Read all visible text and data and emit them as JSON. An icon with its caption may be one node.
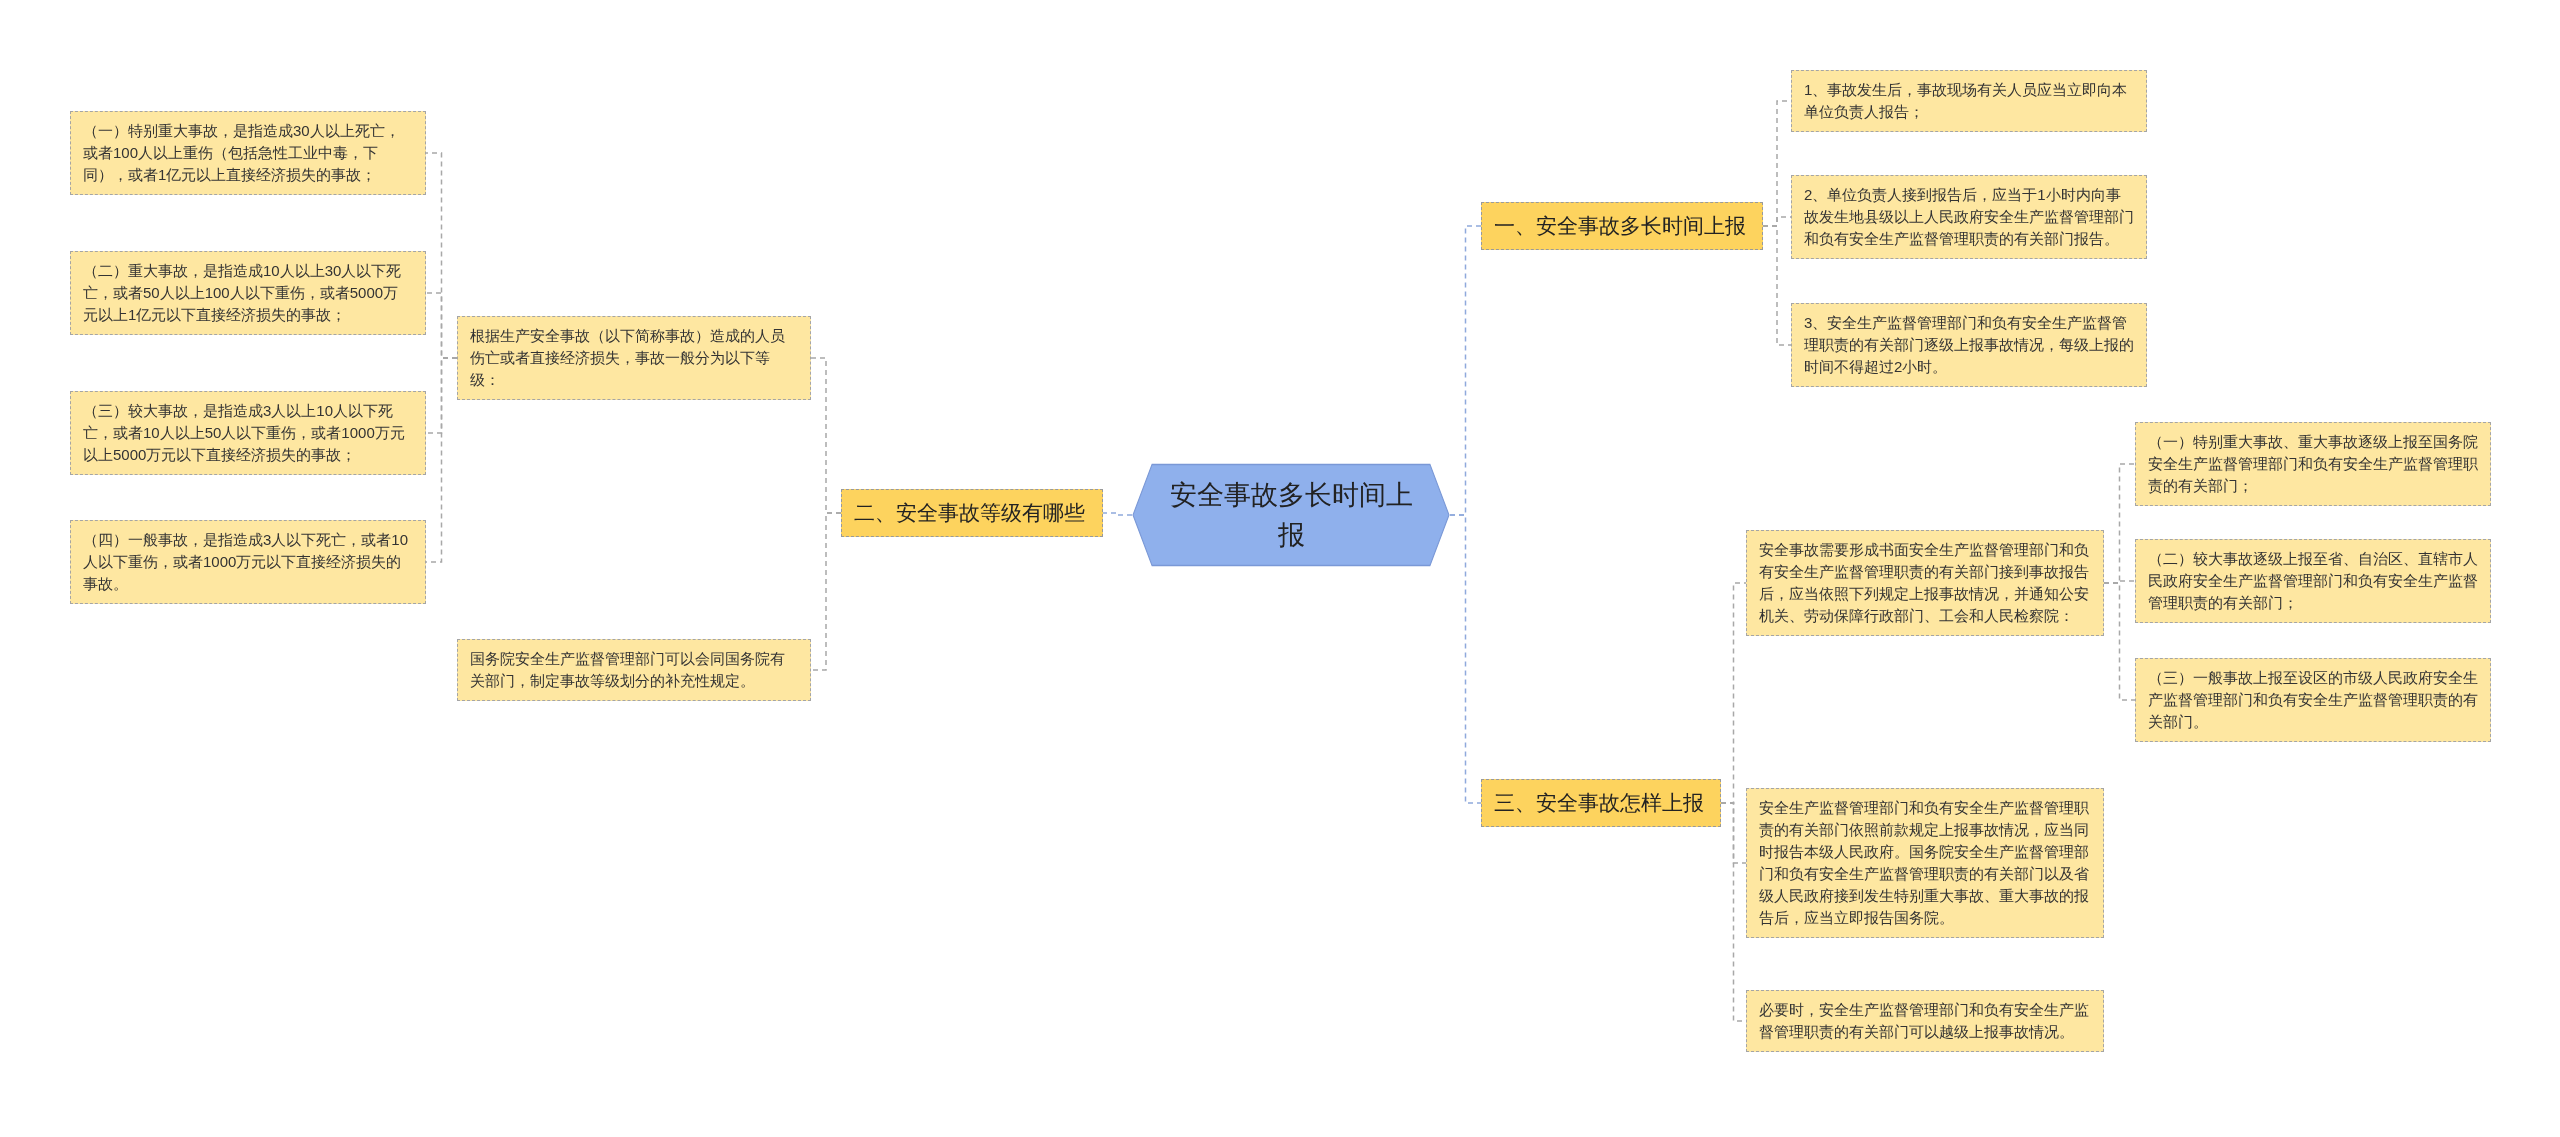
{
  "diagram": {
    "nodes": [
      {
        "text": [
          "安全事故多长时间上报"
        ]
      },
      {
        "text": [
          "一、安全事故多长时间上报"
        ]
      },
      {
        "text": [
          "1、事故发生后，事故现场有关人员应当立即向本单位负责人报告；"
        ]
      },
      {
        "text": [
          "2、单位负责人接到报告后，应当于1小时内向事故发生地县级以上人民政府安全生产监督管理部门和负有安全生产监督管理职责的有关部门报告。"
        ]
      },
      {
        "text": [
          "3、安全生产监督管理部门和负有安全生产监督管理职责的有关部门逐级上报事故情况，每级上报的时间不得超过2小时。"
        ]
      },
      {
        "text": [
          "二、安全事故等级有哪些"
        ]
      },
      {
        "text": [
          "根据生产安全事故（以下简称事故）造成的人员伤亡或者直接经济损失，事故一般分为以下等级："
        ]
      },
      {
        "text": [
          "（一）特别重大事故，是指造成30人以上死亡，或者100人以上重伤（包括急性工业中毒，下同），或者1亿元以上直接经济损失的事故；"
        ]
      },
      {
        "text": [
          "（二）重大事故，是指造成10人以上30人以下死亡，或者50人以上100人以下重伤，或者5000万元以上1亿元以下直接经济损失的事故；"
        ]
      },
      {
        "text": [
          "（三）较大事故，是指造成3人以上10人以下死亡，或者10人以上50人以下重伤，或者1000万元以上5000万元以下直接经济损失的事故；"
        ]
      },
      {
        "text": [
          "（四）一般事故，是指造成3人以下死亡，或者10人以下重伤，或者1000万元以下直接经济损失的事故。"
        ]
      },
      {
        "text": [
          "国务院安全生产监督管理部门可以会同国务院有关部门，制定事故等级划分的补充性规定。"
        ]
      },
      {
        "text": [
          "三、安全事故怎样上报"
        ]
      },
      {
        "text": [
          "安全事故需要形成书面安全生产监督管理部门和负有安全生产监督管理职责的有关部门接到事故报告后，应当依照下列规定上报事故情况，并通知公安机关、劳动保障行政部门、工会和人民检察院："
        ]
      },
      {
        "text": [
          "（一）特别重大事故、重大事故逐级上报至国务院安全生产监督管理部门和负有安全生产监督管理职责的有关部门；"
        ]
      },
      {
        "text": [
          "（二）较大事故逐级上报至省、自治区、直辖市人民政府安全生产监督管理部门和负有安全生产监督管理职责的有关部门；"
        ]
      },
      {
        "text": [
          "（三）一般事故上报至设区的市级人民政府安全生产监督管理部门和负有安全生产监督管理职责的有关部门。"
        ]
      },
      {
        "text": [
          "安全生产监督管理部门和负有安全生产监督管理职责的有关部门依照前款规定上报事故情况，应当同时报告本级人民政府。国务院安全生产监督管理部门和负有安全生产监督管理职责的有关部门以及省级人民政府接到发生特别重大事故、重大事故的报告后，应当立即报告国务院。"
        ]
      },
      {
        "text": [
          "必要时，安全生产监督管理部门和负有安全生产监督管理职责的有关部门可以越级上报事故情况。"
        ]
      }
    ],
    "edges": [
      {
        "from": 0,
        "to": 1,
        "arrow": "none",
        "color": "#8fa9dc"
      },
      {
        "from": 0,
        "to": 5,
        "arrow": "none",
        "color": "#8fa9dc"
      },
      {
        "from": 0,
        "to": 12,
        "arrow": "none",
        "color": "#8fa9dc"
      },
      {
        "from": 1,
        "to": 2,
        "arrow": "none"
      },
      {
        "from": 1,
        "to": 3,
        "arrow": "none"
      },
      {
        "from": 1,
        "to": 4,
        "arrow": "none"
      },
      {
        "from": 5,
        "to": 6,
        "arrow": "none"
      },
      {
        "from": 5,
        "to": 11,
        "arrow": "none"
      },
      {
        "from": 6,
        "to": 7,
        "arrow": "none"
      },
      {
        "from": 6,
        "to": 8,
        "arrow": "none"
      },
      {
        "from": 6,
        "to": 9,
        "arrow": "none"
      },
      {
        "from": 6,
        "to": 10,
        "arrow": "none"
      },
      {
        "from": 12,
        "to": 13,
        "arrow": "none"
      },
      {
        "from": 12,
        "to": 17,
        "arrow": "none"
      },
      {
        "from": 12,
        "to": 18,
        "arrow": "none"
      },
      {
        "from": 13,
        "to": 14,
        "arrow": "none"
      },
      {
        "from": 13,
        "to": 15,
        "arrow": "none"
      },
      {
        "from": 13,
        "to": 16,
        "arrow": "none"
      }
    ]
  }
}
